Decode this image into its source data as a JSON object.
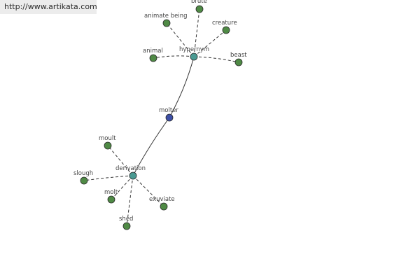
{
  "watermark": "http://www.artikata.com",
  "colors": {
    "center": "#3d4fa6",
    "hub": "#4a9a92",
    "leaf": "#4f8a45",
    "edge": "#333333"
  },
  "nodes": {
    "molter": {
      "label": "molter",
      "kind": "center"
    },
    "hypernym": {
      "label": "hypernym",
      "kind": "hub"
    },
    "derivation": {
      "label": "derivation",
      "kind": "hub"
    },
    "brute": {
      "label": "brute",
      "kind": "leaf"
    },
    "animate_being": {
      "label": "animate being",
      "kind": "leaf"
    },
    "creature": {
      "label": "creature",
      "kind": "leaf"
    },
    "animal": {
      "label": "animal",
      "kind": "leaf"
    },
    "beast": {
      "label": "beast",
      "kind": "leaf"
    },
    "moult": {
      "label": "moult",
      "kind": "leaf"
    },
    "slough": {
      "label": "slough",
      "kind": "leaf"
    },
    "molt": {
      "label": "molt",
      "kind": "leaf"
    },
    "exuviate": {
      "label": "exuviate",
      "kind": "leaf"
    },
    "shed": {
      "label": "shed",
      "kind": "leaf"
    }
  },
  "edges": [
    {
      "from": "molter",
      "to": "hypernym",
      "style": "solid"
    },
    {
      "from": "molter",
      "to": "derivation",
      "style": "solid"
    },
    {
      "from": "hypernym",
      "to": "brute",
      "style": "dashed"
    },
    {
      "from": "hypernym",
      "to": "animate_being",
      "style": "dashed"
    },
    {
      "from": "hypernym",
      "to": "creature",
      "style": "dashed"
    },
    {
      "from": "hypernym",
      "to": "animal",
      "style": "dashed"
    },
    {
      "from": "hypernym",
      "to": "beast",
      "style": "dashed"
    },
    {
      "from": "derivation",
      "to": "moult",
      "style": "dashed"
    },
    {
      "from": "derivation",
      "to": "slough",
      "style": "dashed"
    },
    {
      "from": "derivation",
      "to": "molt",
      "style": "dashed"
    },
    {
      "from": "derivation",
      "to": "exuviate",
      "style": "dashed"
    },
    {
      "from": "derivation",
      "to": "shed",
      "style": "dashed"
    }
  ]
}
